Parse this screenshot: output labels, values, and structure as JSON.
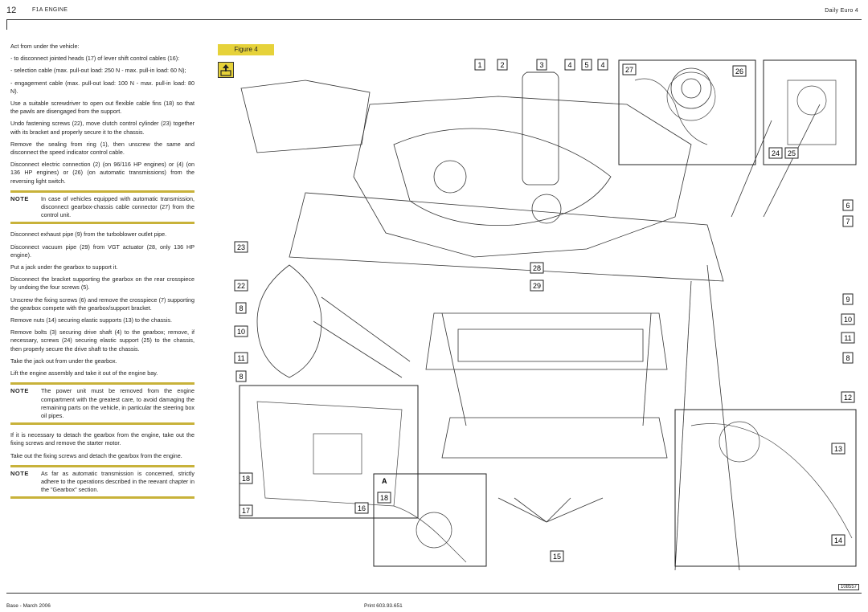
{
  "header": {
    "page_number": "12",
    "section": "F1A ENGINE",
    "edition": "Daily Euro 4"
  },
  "text": {
    "p1": "Act from under the vehicle:",
    "p2": "-    to disconnect jointed heads (17) of lever shift control cables (16):",
    "p3": "-    selection cable (max. pull-out load: 250 N - max. pull-in load: 60 N);",
    "p4": "-    engagement cable (max. pull-out load: 100 N - max. pull-in load: 80 N).",
    "p5": "Use a suitable screwdriver to open out flexible cable fins (18) so that the pawls are disengaged from the support.",
    "p6": "Undo fastening screws (22), move clutch control cylinder (23) together with its bracket and properly secure it to the chassis.",
    "p7": "Remove the sealing from ring (1), then unscrew the same and disconnect the speed indicator control cable.",
    "p8": "Disconnect electric connection (2) (on 96/116 HP engines) or (4) (on 136 HP engines) or (26) (on automatic transmissions) from the reversing light switch.",
    "note1_label": "NOTE",
    "note1_text": "In case of vehicles equipped with automatic transmission, disconnect gearbox-chassis cable connector (27) from the control unit.",
    "p9": "Disconnect exhaust pipe (9) from the turboblower outlet pipe.",
    "p10": "Disconnect vacuum pipe (29) from VGT actuator (28, only 136 HP engine).",
    "p11": "Put a jack under the gearbox to support it.",
    "p12": "Disconnect the bracket supporting the gearbox on the rear crosspiece by undoing the four screws (5).",
    "p13": "Unscrew the fixing screws (6) and remove the crosspiece (7) supporting the gearbox compete with the gearbox/support bracket.",
    "p14": "Remove nuts (14) securing elastic supports (13) to the chassis.",
    "p15": "Remove bolts (3) securing drive shaft (4) to the gearbox; remove, if necessary, screws (24) securing elastic support (25) to the chassis, then properly secure the drive shaft to the chassis.",
    "p16": "Take the jack out from under the gearbox.",
    "p17": "Lift the engine assembly and take it out of the engine bay.",
    "note2_label": "NOTE",
    "note2_text": "The power unit must be removed from the engine compartment with the greatest care, to avoid damaging the remaining parts on the vehicle, in particular the steering box oil pipes.",
    "p18": "If it is necessary to detach the gearbox from the engine, take out the fixing screws and remove the starter motor.",
    "p19": "Take out the fixing screws and detach the gearbox from the engine.",
    "note3_label": "NOTE",
    "note3_text": "As far as automatic transmission is concerned, strictly adhere to the operations described in the reevant chapter in the \"Gearbox\" section."
  },
  "figure": {
    "label": "Figure 4",
    "ref_code": "108557",
    "inset_label": "A",
    "callouts": [
      "1",
      "2",
      "3",
      "4",
      "5",
      "4",
      "27",
      "26",
      "24",
      "25",
      "6",
      "7",
      "23",
      "22",
      "8",
      "10",
      "11",
      "8",
      "9",
      "10",
      "11",
      "8",
      "12",
      "28",
      "29",
      "18",
      "17",
      "16",
      "18",
      "13",
      "14",
      "15"
    ]
  },
  "footer": {
    "left": "Base - March 2006",
    "center": "Print 603.93.651"
  },
  "colors": {
    "accent": "#c8b23a",
    "figure_label_bg": "#e6d23a"
  }
}
